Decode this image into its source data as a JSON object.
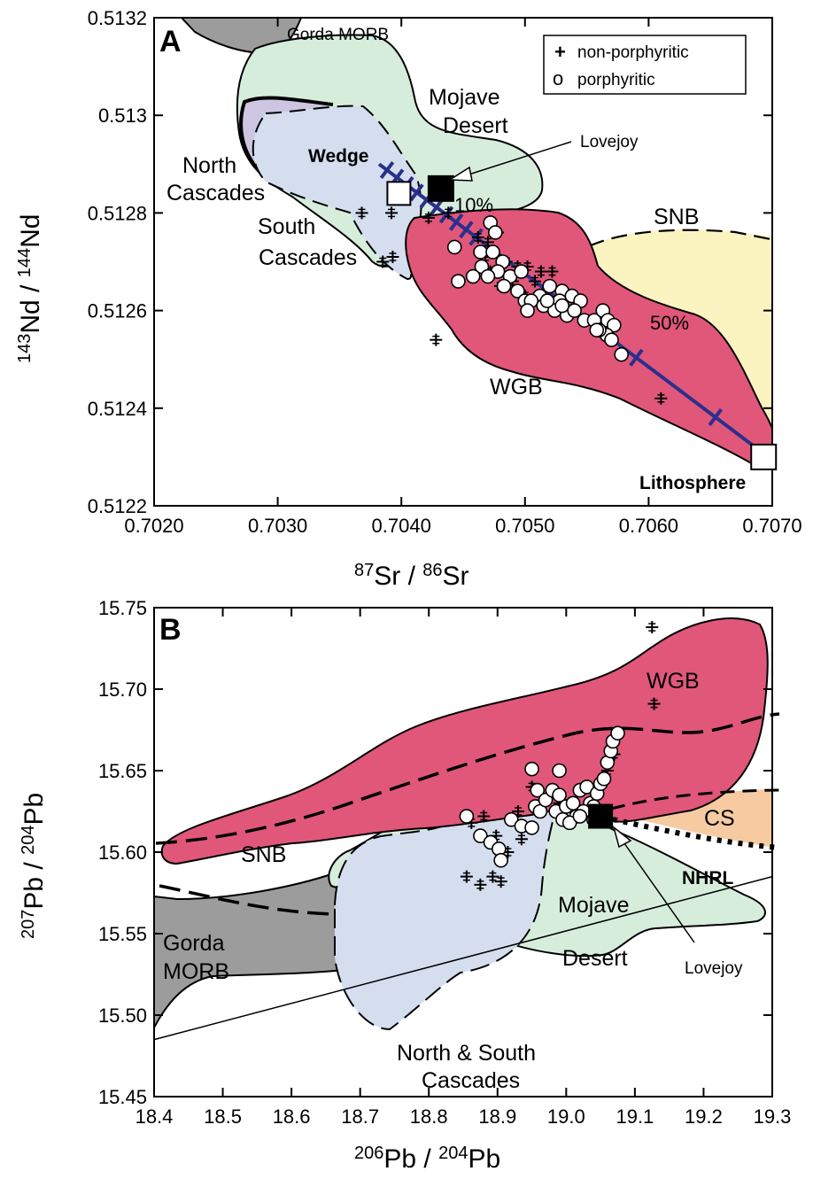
{
  "chart_data": [
    {
      "type": "scatter",
      "panel": "A",
      "xlabel": {
        "sup1": "87",
        "base1": "Sr / ",
        "sup2": "86",
        "base2": "Sr"
      },
      "ylabel": {
        "sup1": "143",
        "base1": "Nd / ",
        "sup2": "144",
        "base2": "Nd"
      },
      "xlim": [
        0.702,
        0.707
      ],
      "ylim": [
        0.5122,
        0.5132
      ],
      "x_ticks": [
        "0.7020",
        "0.7030",
        "0.7040",
        "0.7050",
        "0.7060",
        "0.7070"
      ],
      "y_ticks": [
        "0.5122",
        "0.5124",
        "0.5126",
        "0.5128",
        "0.513",
        "0.5132"
      ],
      "legend": {
        "position": "top-right",
        "items": [
          {
            "symbol": "+",
            "label": "non-porphyritic"
          },
          {
            "symbol": "o",
            "label": "porphyritic"
          }
        ]
      },
      "region_labels": {
        "gorda": "Gorda MORB",
        "mojave1": "Mojave",
        "mojave2": "Desert",
        "north1": "North",
        "north2": "Cascades",
        "south1": "South",
        "south2": "Cascades",
        "snb": "SNB",
        "wgb": "WGB"
      },
      "annotations": {
        "wedge": "Wedge",
        "lovejoy": "Lovejoy",
        "lithosphere": "Lithosphere",
        "pct10": "10%",
        "pct50": "50%"
      },
      "mixing_line": {
        "from": [
          0.70382,
          0.5129
        ],
        "to": [
          0.70702,
          0.51229
        ]
      },
      "end_members": {
        "wedge": [
          0.70398,
          0.51284
        ],
        "lovejoy": [
          0.70432,
          0.51285
        ],
        "lithosphere": [
          0.70693,
          0.5123
        ]
      },
      "non_porphyritic": [
        [
          0.70368,
          0.5128
        ],
        [
          0.70392,
          0.5128
        ],
        [
          0.70385,
          0.5127
        ],
        [
          0.70393,
          0.51271
        ],
        [
          0.70428,
          0.51254
        ],
        [
          0.70422,
          0.51279
        ],
        [
          0.70438,
          0.5128
        ],
        [
          0.70462,
          0.51275
        ],
        [
          0.7047,
          0.51274
        ],
        [
          0.70478,
          0.51276
        ],
        [
          0.70468,
          0.51271
        ],
        [
          0.70485,
          0.5127
        ],
        [
          0.70494,
          0.51269
        ],
        [
          0.70502,
          0.51269
        ],
        [
          0.70513,
          0.51268
        ],
        [
          0.70522,
          0.51268
        ],
        [
          0.70508,
          0.51266
        ],
        [
          0.7049,
          0.51266
        ],
        [
          0.705,
          0.51263
        ],
        [
          0.70533,
          0.51262
        ],
        [
          0.7054,
          0.51262
        ],
        [
          0.70525,
          0.51261
        ],
        [
          0.7061,
          0.51242
        ],
        [
          0.70472,
          0.51268
        ],
        [
          0.7048,
          0.51265
        ]
      ],
      "porphyritic": [
        [
          0.70443,
          0.51273
        ],
        [
          0.70472,
          0.51278
        ],
        [
          0.70476,
          0.51276
        ],
        [
          0.70464,
          0.51272
        ],
        [
          0.70474,
          0.51272
        ],
        [
          0.70482,
          0.5127
        ],
        [
          0.70465,
          0.51269
        ],
        [
          0.70478,
          0.51268
        ],
        [
          0.70488,
          0.51267
        ],
        [
          0.70497,
          0.51268
        ],
        [
          0.7047,
          0.51267
        ],
        [
          0.70458,
          0.51267
        ],
        [
          0.70446,
          0.51266
        ],
        [
          0.70483,
          0.51265
        ],
        [
          0.70494,
          0.51264
        ],
        [
          0.705,
          0.51262
        ],
        [
          0.70512,
          0.51263
        ],
        [
          0.7052,
          0.51265
        ],
        [
          0.7053,
          0.51264
        ],
        [
          0.70538,
          0.51263
        ],
        [
          0.70505,
          0.51262
        ],
        [
          0.70515,
          0.51261
        ],
        [
          0.70528,
          0.51262
        ],
        [
          0.70524,
          0.5126
        ],
        [
          0.70534,
          0.51259
        ],
        [
          0.70545,
          0.51262
        ],
        [
          0.70548,
          0.51258
        ],
        [
          0.70556,
          0.51258
        ],
        [
          0.70563,
          0.5126
        ],
        [
          0.70567,
          0.51258
        ],
        [
          0.70572,
          0.51257
        ],
        [
          0.70566,
          0.51255
        ],
        [
          0.7056,
          0.51256
        ],
        [
          0.7057,
          0.51254
        ],
        [
          0.70578,
          0.51251
        ],
        [
          0.70502,
          0.5126
        ],
        [
          0.70518,
          0.51262
        ],
        [
          0.7053,
          0.51261
        ],
        [
          0.7054,
          0.5126
        ],
        [
          0.70558,
          0.51256
        ]
      ]
    },
    {
      "type": "scatter",
      "panel": "B",
      "xlabel": {
        "sup1": "206",
        "base1": "Pb / ",
        "sup2": "204",
        "base2": "Pb"
      },
      "ylabel": {
        "sup1": "207",
        "base1": "Pb / ",
        "sup2": "204",
        "base2": "Pb"
      },
      "xlim": [
        18.4,
        19.3
      ],
      "ylim": [
        15.45,
        15.75
      ],
      "x_ticks": [
        "18.4",
        "18.5",
        "18.6",
        "18.7",
        "18.8",
        "18.9",
        "19.0",
        "19.1",
        "19.2",
        "19.3"
      ],
      "y_ticks": [
        "15.45",
        "15.50",
        "15.55",
        "15.60",
        "15.65",
        "15.70",
        "15.75"
      ],
      "region_labels": {
        "wgb": "WGB",
        "cs": "CS",
        "snb": "SNB",
        "nhrl": "NHRL",
        "mojave1": "Mojave",
        "mojave2": "Desert",
        "gorda1": "Gorda",
        "gorda2": "MORB",
        "ns1": "North & South",
        "ns2": "Cascades"
      },
      "annotations": {
        "lovejoy": "Lovejoy"
      },
      "nhrl_line": {
        "from": [
          18.4,
          15.485
        ],
        "to": [
          19.3,
          15.585
        ]
      },
      "end_members": {
        "lovejoy": [
          19.05,
          15.622
        ]
      },
      "non_porphyritic": [
        [
          19.125,
          15.738
        ],
        [
          19.128,
          15.691
        ],
        [
          18.862,
          15.618
        ],
        [
          18.855,
          15.585
        ],
        [
          18.875,
          15.58
        ],
        [
          18.893,
          15.585
        ],
        [
          18.905,
          15.582
        ],
        [
          18.915,
          15.6
        ],
        [
          18.898,
          15.61
        ],
        [
          18.92,
          15.62
        ],
        [
          18.88,
          15.622
        ],
        [
          18.935,
          15.608
        ],
        [
          18.93,
          15.625
        ],
        [
          18.95,
          15.64
        ],
        [
          18.99,
          15.63
        ],
        [
          19.01,
          15.625
        ],
        [
          19.06,
          15.65
        ],
        [
          19.07,
          15.66
        ],
        [
          18.965,
          15.625
        ]
      ],
      "porphyritic": [
        [
          18.855,
          15.622
        ],
        [
          18.875,
          15.61
        ],
        [
          18.89,
          15.606
        ],
        [
          18.902,
          15.602
        ],
        [
          18.905,
          15.595
        ],
        [
          18.92,
          15.62
        ],
        [
          18.935,
          15.616
        ],
        [
          18.95,
          15.615
        ],
        [
          18.955,
          15.628
        ],
        [
          18.958,
          15.638
        ],
        [
          18.962,
          15.625
        ],
        [
          18.97,
          15.632
        ],
        [
          18.98,
          15.638
        ],
        [
          18.99,
          15.635
        ],
        [
          18.985,
          15.625
        ],
        [
          18.995,
          15.62
        ],
        [
          19.0,
          15.628
        ],
        [
          19.01,
          15.63
        ],
        [
          19.015,
          15.622
        ],
        [
          19.02,
          15.638
        ],
        [
          19.03,
          15.64
        ],
        [
          19.035,
          15.63
        ],
        [
          19.04,
          15.628
        ],
        [
          19.045,
          15.636
        ],
        [
          19.05,
          15.642
        ],
        [
          19.055,
          15.645
        ],
        [
          19.06,
          15.655
        ],
        [
          19.065,
          15.662
        ],
        [
          19.068,
          15.668
        ],
        [
          19.075,
          15.673
        ],
        [
          18.99,
          15.65
        ],
        [
          18.95,
          15.651
        ],
        [
          19.005,
          15.618
        ],
        [
          19.025,
          15.625
        ],
        [
          19.04,
          15.62
        ],
        [
          19.02,
          15.622
        ]
      ]
    }
  ],
  "panel_a": {
    "letter": "A"
  },
  "panel_b": {
    "letter": "B"
  },
  "colors": {
    "gorda": "#9d9c9d",
    "mojave": "#d6eddc",
    "cascades": "#d4deef",
    "north_cascades": "#cdc6e2",
    "wgb": "#e0577a",
    "snb": "#fbf4c0",
    "cs": "#f7cba2",
    "mixing_line": "#2b2f8c"
  }
}
